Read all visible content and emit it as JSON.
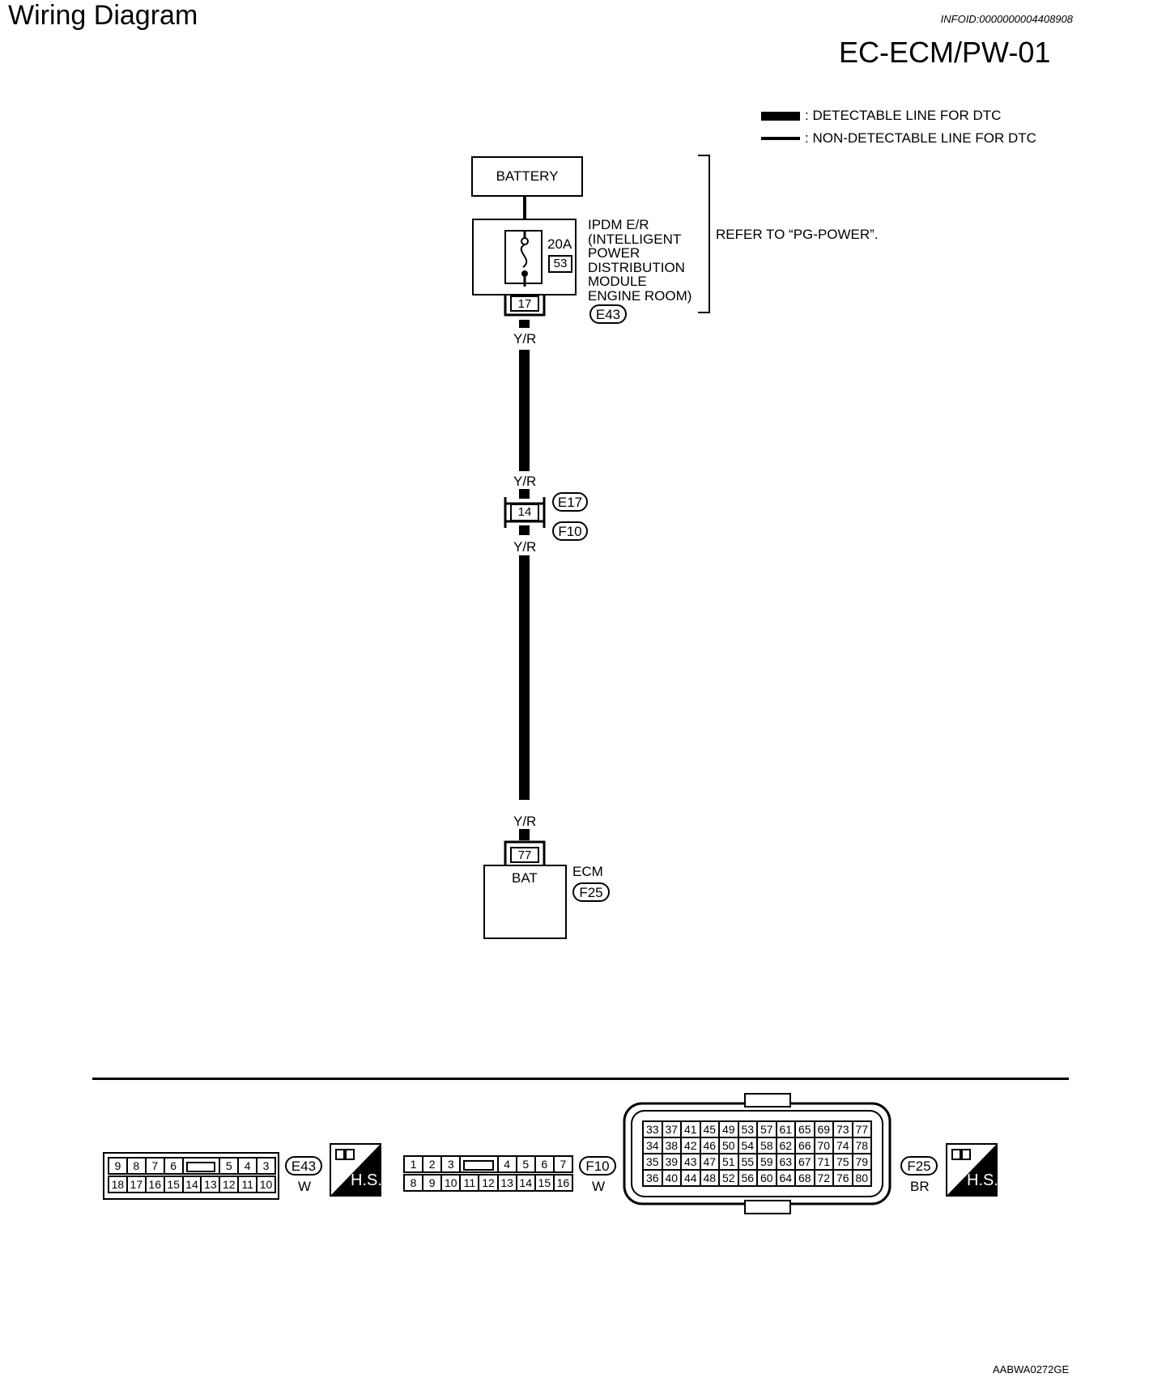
{
  "header": {
    "title": "Wiring Diagram",
    "info_id": "INFOID:0000000004408908",
    "diagram_code": "EC-ECM/PW-01"
  },
  "legend": {
    "detectable": ": DETECTABLE LINE FOR DTC",
    "non_detectable": ": NON-DETECTABLE LINE FOR DTC"
  },
  "battery": {
    "label": "BATTERY"
  },
  "ipdm": {
    "lines": [
      "IPDM E/R",
      "(INTELLIGENT",
      "POWER",
      "DISTRIBUTION",
      "MODULE",
      "ENGINE ROOM)"
    ],
    "fuse_rating": "20A",
    "fuse_number": "53",
    "pin": "17",
    "connector": "E43"
  },
  "refer": {
    "text": "REFER TO “PG-POWER”."
  },
  "wire": {
    "color_code": "Y/R"
  },
  "joint": {
    "pin": "14",
    "connector_top": "E17",
    "connector_bottom": "F10"
  },
  "ecm": {
    "pin": "77",
    "terminal": "BAT",
    "label": "ECM",
    "connector": "F25"
  },
  "connectors": {
    "e43": {
      "id": "E43",
      "color": "W",
      "badge": "H.S.",
      "rows": [
        [
          "9",
          "8",
          "7",
          "6",
          "",
          "5",
          "4",
          "3"
        ],
        [
          "18",
          "17",
          "16",
          "15",
          "14",
          "13",
          "12",
          "11",
          "10"
        ]
      ]
    },
    "f10": {
      "id": "F10",
      "color": "W",
      "rows": [
        [
          "1",
          "2",
          "3",
          "",
          "4",
          "5",
          "6",
          "7"
        ],
        [
          "8",
          "9",
          "10",
          "11",
          "12",
          "13",
          "14",
          "15",
          "16"
        ]
      ]
    },
    "f25": {
      "id": "F25",
      "color": "BR",
      "badge": "H.S.",
      "rows": [
        [
          "33",
          "37",
          "41",
          "45",
          "49",
          "53",
          "57",
          "61",
          "65",
          "69",
          "73",
          "77"
        ],
        [
          "34",
          "38",
          "42",
          "46",
          "50",
          "54",
          "58",
          "62",
          "66",
          "70",
          "74",
          "78"
        ],
        [
          "35",
          "39",
          "43",
          "47",
          "51",
          "55",
          "59",
          "63",
          "67",
          "71",
          "75",
          "79"
        ],
        [
          "36",
          "40",
          "44",
          "48",
          "52",
          "56",
          "60",
          "64",
          "68",
          "72",
          "76",
          "80"
        ]
      ]
    }
  },
  "footer": {
    "figure_id": "AABWA0272GE"
  }
}
